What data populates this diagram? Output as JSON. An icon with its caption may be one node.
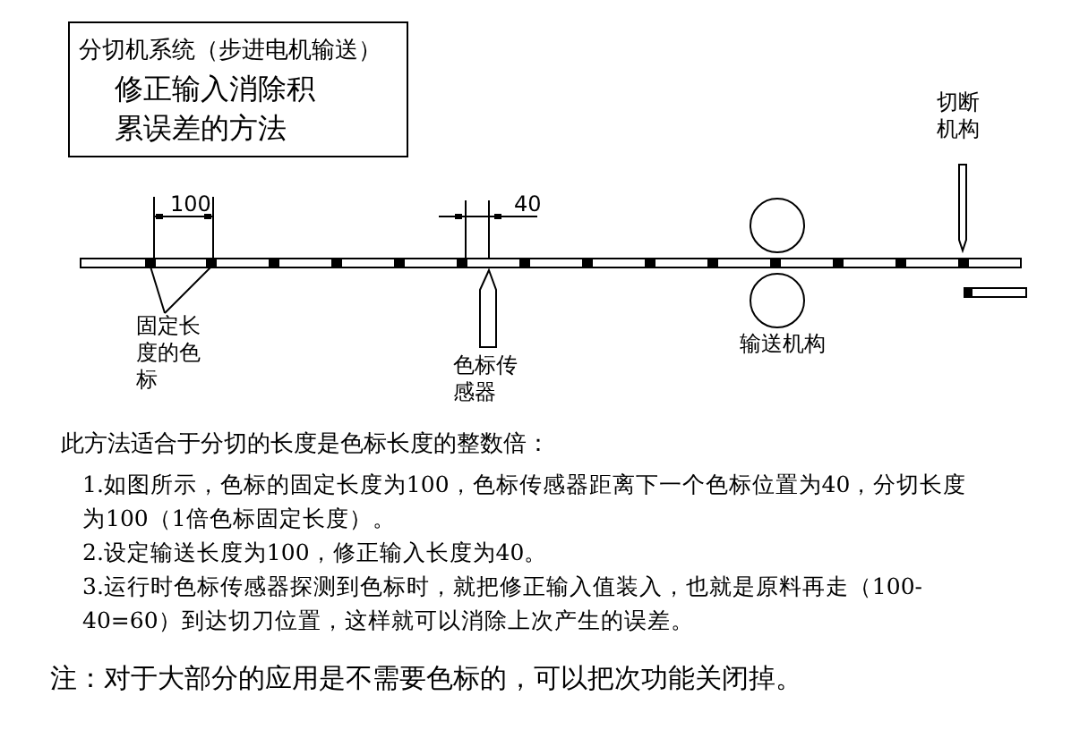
{
  "diagram": {
    "title": "分切机系统（步进电机输送）",
    "nodes": [
      {
        "text": [
          "固定长度的色标"
        ]
      },
      {
        "text": [],
        "shape": "bar"
      },
      {
        "text": [],
        "shape": "bar"
      }
    ],
    "edges": [
      {
        "from": 0,
        "to": 1,
        "arrow": "none"
      },
      {
        "from": 0,
        "to": 2,
        "arrow": "none"
      }
    ],
    "labels": [
      "修正输入消除积累误差的方法",
      "100",
      "40",
      "色标传感器",
      "输送机构",
      "切断机构",
      "此方法适合于分切的长度是色标长度的整数倍：",
      "1.如图所示，色标的固定长度为100，色标传感器距离下一个色标位置为40，分切长度为100（1倍色标固定长度）。",
      "2.设定输送长度为100，修正输入长度为40。",
      "3.运行时色标传感器探测到色标时，就把修正输入值装入，也就是原料再走（100-40=60）到达切刀位置，这样就可以消除上次产生的误差。",
      "注：对于大部分的应用是不需要色标的，可以把次功能关闭掉。"
    ]
  }
}
